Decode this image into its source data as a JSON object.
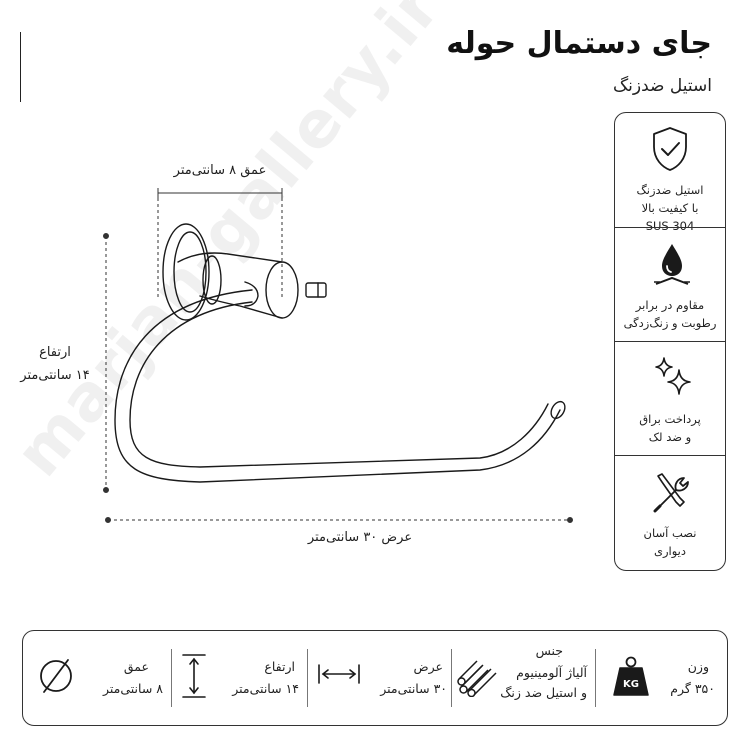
{
  "header": {
    "title": "جای دستمال حوله",
    "subtitle": "استیل ضدزنگ"
  },
  "watermark": "marjan-gallery.ir",
  "dimensions": {
    "depth_label": "عمق ۸ سانتی‌متر",
    "height_label_1": "ارتفاع",
    "height_label_2": "۱۴ سانتی‌متر",
    "width_label": "عرض ۳۰ سانتی‌متر"
  },
  "features": [
    {
      "icon": "shield-check-icon",
      "line1": "استیل ضدزنگ",
      "line2": "با کیفیت بالا",
      "line3": "SUS 304"
    },
    {
      "icon": "water-drop-icon",
      "line1": "مقاوم در برابر",
      "line2": "رطوبت و زنگ‌زدگی"
    },
    {
      "icon": "sparkle-icon",
      "line1": "پرداخت براق",
      "line2": "و ضد لک"
    },
    {
      "icon": "tools-icon",
      "line1": "نصب آسان",
      "line2": "دیواری"
    }
  ],
  "specs": {
    "weight": {
      "label": "وزن",
      "value": "۳۵۰ گرم",
      "icon": "weight-icon",
      "icon_text": "KG"
    },
    "material": {
      "label": "جنس",
      "value1": "آلیاژ آلومینیوم",
      "value2": "و استیل ضد زنگ",
      "icon": "material-bars-icon"
    },
    "width": {
      "label": "عرض",
      "value": "۳۰ سانتی‌متر",
      "icon": "width-arrows-icon"
    },
    "height": {
      "label": "ارتفاع",
      "value": "۱۴ سانتی‌متر",
      "icon": "height-arrows-icon"
    },
    "depth": {
      "label": "عمق",
      "value": "۸ سانتی‌متر",
      "icon": "diameter-icon"
    }
  },
  "colors": {
    "stroke": "#1a1a1a",
    "border": "#333333",
    "background": "#ffffff"
  }
}
